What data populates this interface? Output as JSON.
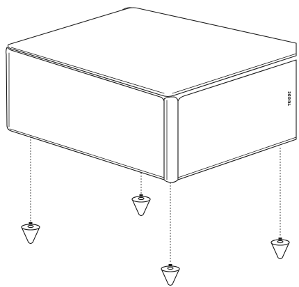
{
  "diagram": {
    "brand_text": "TRIODE",
    "parts": [
      "chassis",
      "cone-foot",
      "cone-foot",
      "cone-foot",
      "cone-foot"
    ],
    "line_color": "#1a1a1a",
    "background": "#ffffff"
  }
}
